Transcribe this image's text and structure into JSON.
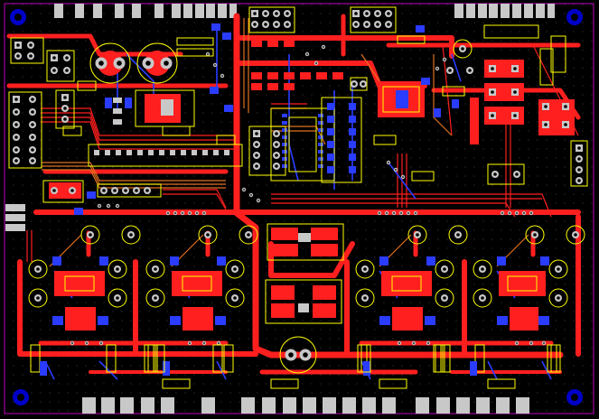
{
  "view": {
    "background_color": "#000000",
    "grid_dot_color": "#3a3a3a",
    "board_outline_color": "#c000c0",
    "top_copper_color": "#ff1f1f",
    "bottom_copper_color": "#2a3cff",
    "silkscreen_color": "#ffff00",
    "pad_color": "#c8c8c8",
    "via_color": "#c0c0c0",
    "mounting_hole_color": "#0000c8",
    "trace_orange_color": "#e07020"
  },
  "board": {
    "mounting_holes": [
      "mounting-hole-top-left",
      "mounting-hole-top-right",
      "mounting-hole-bottom-left",
      "mounting-hole-bottom-right"
    ],
    "channel_blocks": [
      "channel-1",
      "channel-2",
      "channel-3",
      "channel-4"
    ]
  }
}
